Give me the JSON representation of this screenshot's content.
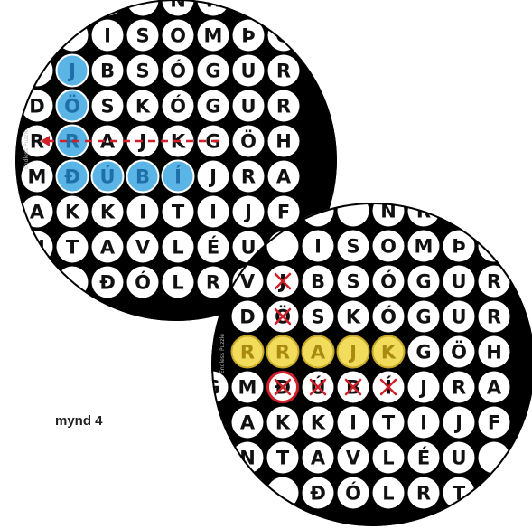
{
  "caption": "mynd 4",
  "logo_text": "Endless Puzzle",
  "grid": {
    "rows": [
      [
        "",
        "",
        "N",
        "R",
        "",
        "",
        ""
      ],
      [
        "",
        "I",
        "S",
        "O",
        "M",
        "Þ",
        "O"
      ],
      [
        "V",
        "J",
        "B",
        "S",
        "Ó",
        "G",
        "U",
        "R"
      ],
      [
        "D",
        "Ö",
        "S",
        "K",
        "Ó",
        "G",
        "U",
        "R"
      ],
      [
        "R",
        "R",
        "A",
        "J",
        "K",
        "G",
        "Ö",
        "H"
      ],
      [
        "G",
        "M",
        "Ð",
        "Ú",
        "B",
        "Í",
        "J",
        "R",
        "A"
      ],
      [
        "A",
        "K",
        "K",
        "I",
        "T",
        "I",
        "J",
        "F"
      ],
      [
        "N",
        "T",
        "A",
        "V",
        "L",
        "É",
        "U",
        ""
      ],
      [
        "",
        "Ð",
        "Ó",
        "L",
        "R",
        "T",
        ""
      ]
    ]
  },
  "panel_top": {
    "highlights": [
      {
        "word": "JÖRÐÚBÍ",
        "cells": [
          [
            2,
            1
          ],
          [
            3,
            1
          ],
          [
            4,
            1
          ],
          [
            5,
            2
          ],
          [
            5,
            3
          ],
          [
            5,
            4
          ],
          [
            5,
            5
          ]
        ]
      }
    ],
    "arrow": {
      "from_cell": [
        4,
        5
      ],
      "to_cell": [
        4,
        0
      ]
    }
  },
  "panel_bottom": {
    "highlights": [
      {
        "word": "RRAJK",
        "cells": [
          [
            4,
            0
          ],
          [
            4,
            1
          ],
          [
            4,
            2
          ],
          [
            4,
            3
          ],
          [
            4,
            4
          ]
        ]
      }
    ],
    "crossed_cells": [
      [
        2,
        1
      ],
      [
        3,
        1
      ],
      [
        5,
        2
      ],
      [
        5,
        3
      ],
      [
        5,
        4
      ],
      [
        5,
        5
      ]
    ],
    "circled_cell": [
      5,
      2
    ]
  },
  "colors": {
    "background": "#000000",
    "tile": "#ffffff",
    "blue": "#5ab4e6",
    "blue_text": "#1f6fa8",
    "yellow": "#f2dc5c",
    "yellow_text": "#a88a10",
    "red": "#d0202a"
  }
}
